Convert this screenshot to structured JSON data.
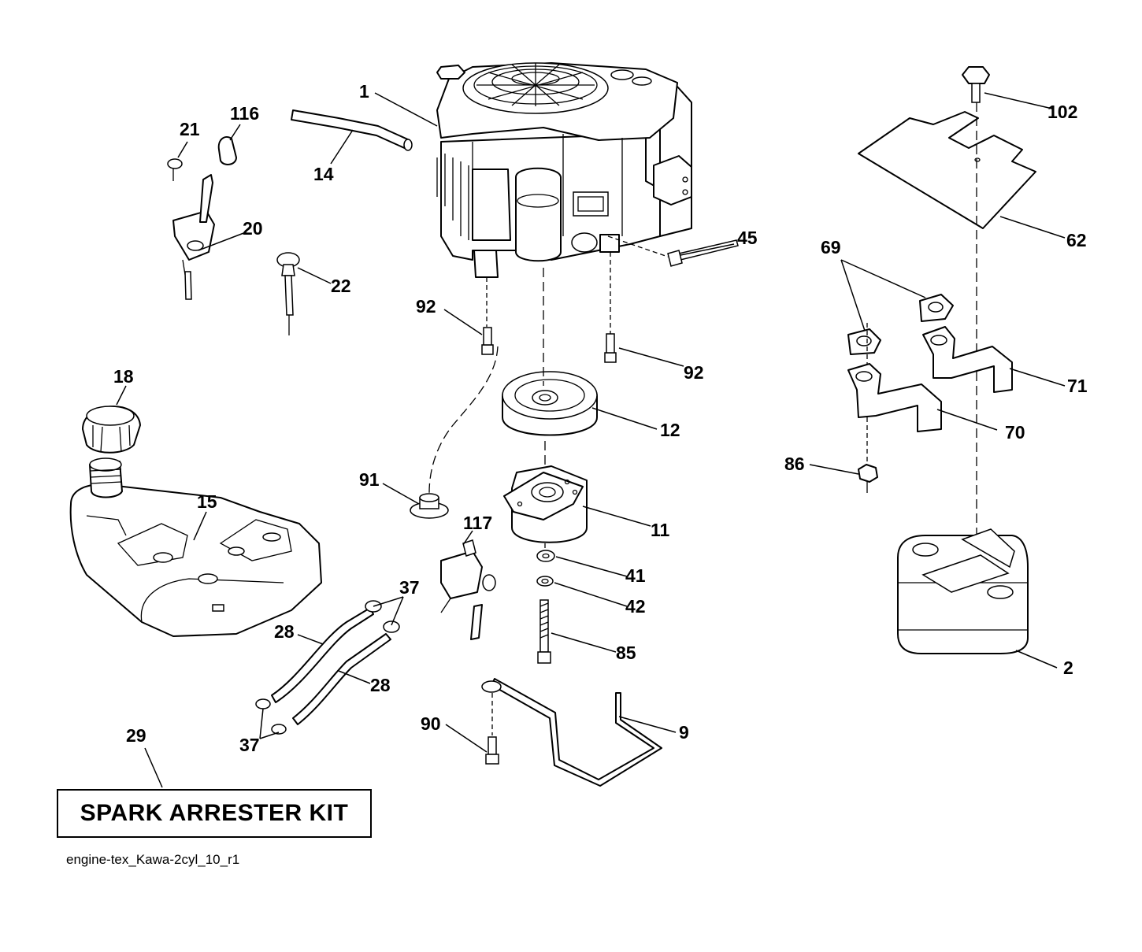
{
  "diagram": {
    "callouts": [
      {
        "id": "p1",
        "label": "1"
      },
      {
        "id": "p2",
        "label": "2"
      },
      {
        "id": "p9",
        "label": "9"
      },
      {
        "id": "p11",
        "label": "11"
      },
      {
        "id": "p12",
        "label": "12"
      },
      {
        "id": "p14",
        "label": "14"
      },
      {
        "id": "p15",
        "label": "15"
      },
      {
        "id": "p18",
        "label": "18"
      },
      {
        "id": "p20",
        "label": "20"
      },
      {
        "id": "p21",
        "label": "21"
      },
      {
        "id": "p22",
        "label": "22"
      },
      {
        "id": "p28a",
        "label": "28"
      },
      {
        "id": "p28b",
        "label": "28"
      },
      {
        "id": "p29",
        "label": "29"
      },
      {
        "id": "p37a",
        "label": "37"
      },
      {
        "id": "p37b",
        "label": "37"
      },
      {
        "id": "p41",
        "label": "41"
      },
      {
        "id": "p42",
        "label": "42"
      },
      {
        "id": "p45",
        "label": "45"
      },
      {
        "id": "p62",
        "label": "62"
      },
      {
        "id": "p69",
        "label": "69"
      },
      {
        "id": "p70",
        "label": "70"
      },
      {
        "id": "p71",
        "label": "71"
      },
      {
        "id": "p85",
        "label": "85"
      },
      {
        "id": "p86",
        "label": "86"
      },
      {
        "id": "p90",
        "label": "90"
      },
      {
        "id": "p91",
        "label": "91"
      },
      {
        "id": "p92a",
        "label": "92"
      },
      {
        "id": "p92b",
        "label": "92"
      },
      {
        "id": "p102",
        "label": "102"
      },
      {
        "id": "p116",
        "label": "116"
      },
      {
        "id": "p117",
        "label": "117"
      }
    ],
    "kit_label": "SPARK ARRESTER KIT",
    "drawing_id": "engine-tex_Kawa-2cyl_10_r1"
  }
}
